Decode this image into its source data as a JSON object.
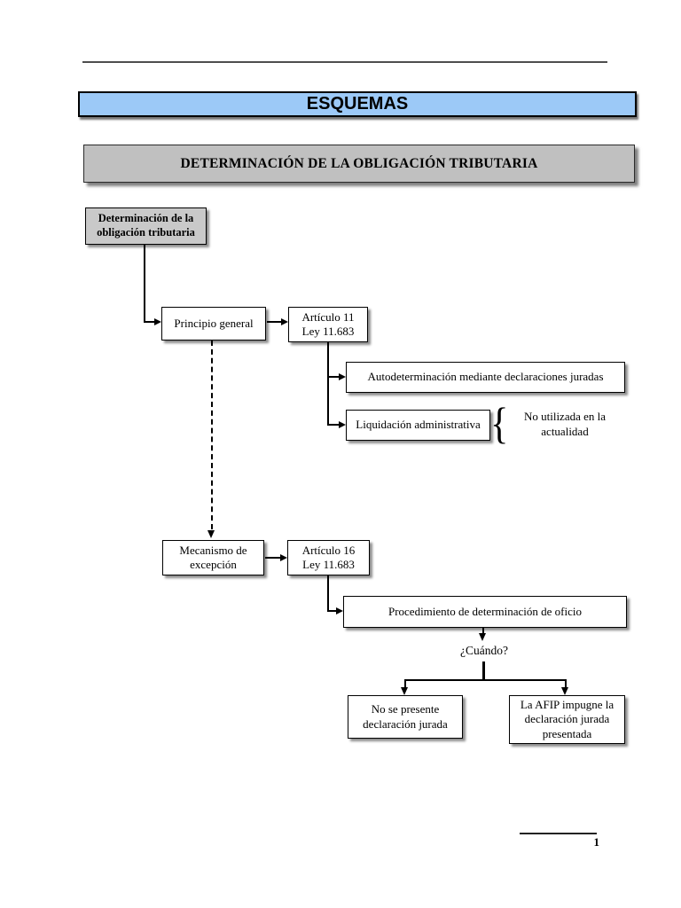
{
  "header": {
    "title": "ESQUEMAS",
    "section": "DETERMINACIÓN DE LA OBLIGACIÓN TRIBUTARIA"
  },
  "flowchart": {
    "nodes": {
      "root": {
        "lines": [
          "Determinación de la",
          "obligación tributaria"
        ]
      },
      "principio": {
        "label": "Principio general"
      },
      "art11": {
        "lines": [
          "Artículo 11",
          "Ley 11.683"
        ]
      },
      "autodeterminacion": {
        "label": "Autodeterminación mediante declaraciones juradas"
      },
      "liquidacion": {
        "label": "Liquidación administrativa"
      },
      "mecanismo": {
        "lines": [
          "Mecanismo de",
          "excepción"
        ]
      },
      "art16": {
        "lines": [
          "Artículo 16",
          "Ley 11.683"
        ]
      },
      "procedimiento": {
        "label": "Procedimiento de determinación de oficio"
      },
      "no_presente": {
        "lines": [
          "No se presente",
          "declaración jurada"
        ]
      },
      "afip": {
        "lines": [
          "La AFIP impugne la",
          "declaración jurada",
          "presentada"
        ]
      }
    },
    "annotations": {
      "brace_glyph": "{",
      "nota": {
        "lines": [
          "No utilizada en la",
          "actualidad"
        ]
      },
      "cuando": "¿Cuándo?"
    }
  },
  "footer": {
    "page_number": "1"
  },
  "colors": {
    "title_banner_fill": "#9CC9F7",
    "section_banner_fill": "#C0C0C0",
    "root_node_fill": "#C9C9C9",
    "line_color": "#000000",
    "shadow_color": "#8A8A8A"
  }
}
